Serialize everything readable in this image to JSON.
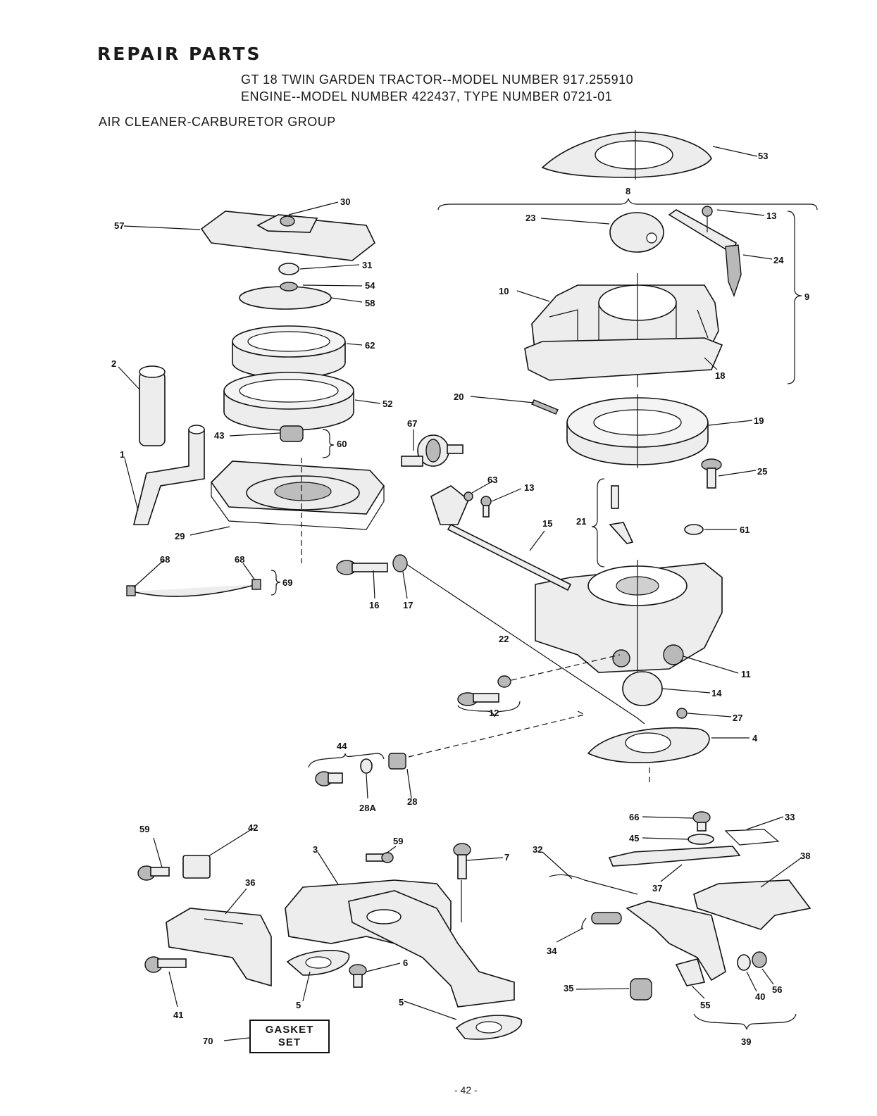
{
  "header": {
    "title": "REPAIR PARTS",
    "line1": "GT 18 TWIN GARDEN TRACTOR--MODEL NUMBER 917.255910",
    "line2": "ENGINE--MODEL  NUMBER 422437, TYPE NUMBER 0721-01",
    "group": "AIR CLEANER-CARBURETOR GROUP"
  },
  "gasket_set": {
    "line1": "GASKET",
    "line2": "SET"
  },
  "page_number": "- 42 -",
  "callouts": [
    {
      "text": "53"
    },
    {
      "text": "8"
    },
    {
      "text": "23"
    },
    {
      "text": "13"
    },
    {
      "text": "24"
    },
    {
      "text": "9"
    },
    {
      "text": "10"
    },
    {
      "text": "18"
    },
    {
      "text": "20"
    },
    {
      "text": "19"
    },
    {
      "text": "25"
    },
    {
      "text": "21"
    },
    {
      "text": "61"
    },
    {
      "text": "67"
    },
    {
      "text": "63"
    },
    {
      "text": "13"
    },
    {
      "text": "15"
    },
    {
      "text": "30"
    },
    {
      "text": "57"
    },
    {
      "text": "31"
    },
    {
      "text": "54"
    },
    {
      "text": "58"
    },
    {
      "text": "62"
    },
    {
      "text": "2"
    },
    {
      "text": "52"
    },
    {
      "text": "43"
    },
    {
      "text": "60"
    },
    {
      "text": "1"
    },
    {
      "text": "29"
    },
    {
      "text": "68"
    },
    {
      "text": "68"
    },
    {
      "text": "69"
    },
    {
      "text": "16"
    },
    {
      "text": "17"
    },
    {
      "text": "22"
    },
    {
      "text": "11"
    },
    {
      "text": "14"
    },
    {
      "text": "12"
    },
    {
      "text": "27"
    },
    {
      "text": "4"
    },
    {
      "text": "44"
    },
    {
      "text": "28A"
    },
    {
      "text": "28"
    },
    {
      "text": "59"
    },
    {
      "text": "42"
    },
    {
      "text": "3"
    },
    {
      "text": "59"
    },
    {
      "text": "7"
    },
    {
      "text": "36"
    },
    {
      "text": "6"
    },
    {
      "text": "41"
    },
    {
      "text": "5"
    },
    {
      "text": "5"
    },
    {
      "text": "70"
    },
    {
      "text": "32"
    },
    {
      "text": "66"
    },
    {
      "text": "33"
    },
    {
      "text": "45"
    },
    {
      "text": "38"
    },
    {
      "text": "37"
    },
    {
      "text": "34"
    },
    {
      "text": "35"
    },
    {
      "text": "55"
    },
    {
      "text": "40"
    },
    {
      "text": "56"
    },
    {
      "text": "39"
    }
  ]
}
